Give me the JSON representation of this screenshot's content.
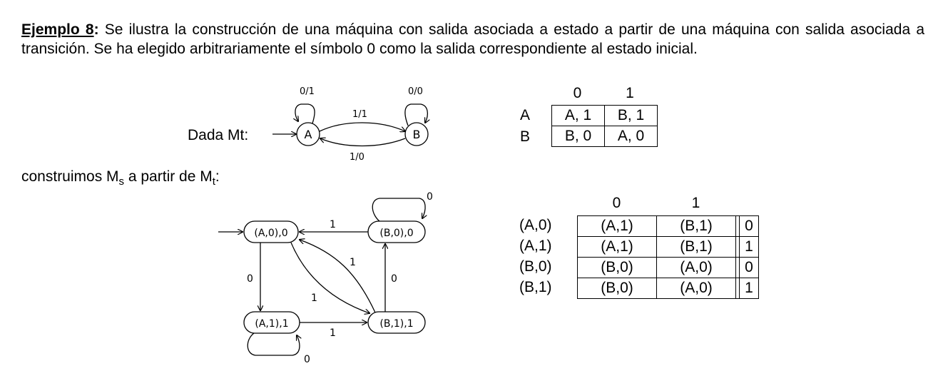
{
  "intro": {
    "title": "Ejemplo 8",
    "colon": ":",
    "text": " Se ilustra la construcción de una máquina con salida asociada a estado a partir de una máquina con salida asociada a transición. Se ha elegido arbitrariamente el símbolo 0 como la salida correspondiente al estado inicial."
  },
  "dada": {
    "label": "Dada Mt:"
  },
  "mt_diagram": {
    "states": [
      "A",
      "B"
    ],
    "self_loop_A": "0/1",
    "self_loop_B": "0/0",
    "edge_A_B": "1/1",
    "edge_B_A": "1/0"
  },
  "mt_table": {
    "col_headers": [
      "0",
      "1"
    ],
    "rows": [
      {
        "label": "A",
        "cells": [
          "A, 1",
          "B, 1"
        ]
      },
      {
        "label": "B",
        "cells": [
          "B, 0",
          "A, 0"
        ]
      }
    ]
  },
  "construimos": {
    "pre": "construimos M",
    "sub1": "s",
    "mid": " a partir de M",
    "sub2": "t",
    "post": ":"
  },
  "ms_diagram": {
    "states": [
      "(A,0),0",
      "(B,0),0",
      "(A,1),1",
      "(B,1),1"
    ],
    "edge_B0_A0": "1",
    "edge_A0_A1": "0",
    "edge_B1_B0": "0",
    "edge_B1_A0": "1",
    "edge_A0_B1": "1",
    "edge_A1_B1": "1",
    "loop_B0": "0",
    "loop_A1": "0"
  },
  "ms_table": {
    "col_headers": [
      "0",
      "1"
    ],
    "rows": [
      {
        "label": "(A,0)",
        "cells": [
          "(A,1)",
          "(B,1)"
        ],
        "out": "0"
      },
      {
        "label": "(A,1)",
        "cells": [
          "(A,1)",
          "(B,1)"
        ],
        "out": "1"
      },
      {
        "label": "(B,0)",
        "cells": [
          "(B,0)",
          "(A,0)"
        ],
        "out": "0"
      },
      {
        "label": "(B,1)",
        "cells": [
          "(B,0)",
          "(A,0)"
        ],
        "out": "1"
      }
    ]
  }
}
